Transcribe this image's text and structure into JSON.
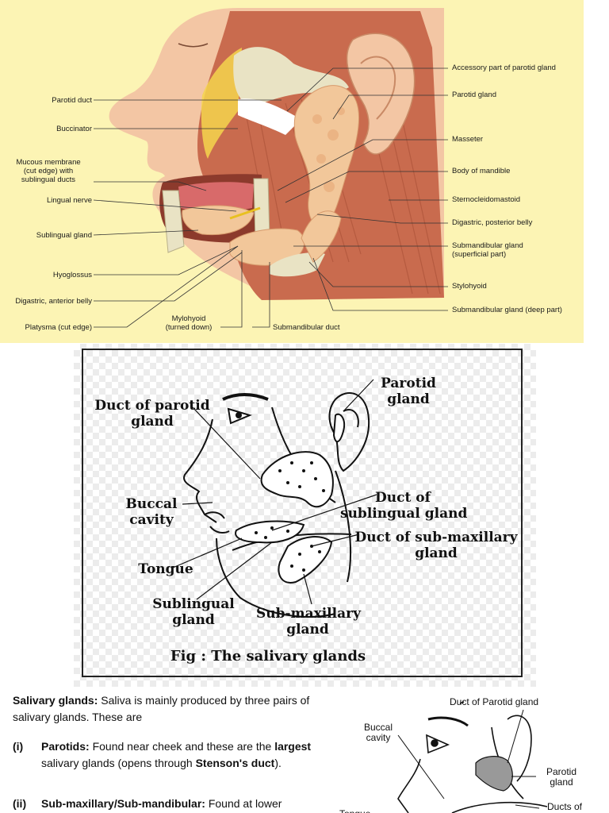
{
  "top_labels": {
    "left": [
      "Parotid duct",
      "Buccinator",
      "Mucous membrane",
      "(cut edge) with",
      "sublingual ducts",
      "Lingual nerve",
      "Sublingual gland",
      "Hyoglossus",
      "Digastric, anterior belly",
      "Platysma (cut edge)"
    ],
    "bottom": [
      "Mylohyoid",
      "(turned down)",
      "Submandibular duct"
    ],
    "right": [
      "Accessory part of parotid gland",
      "Parotid gland",
      "Masseter",
      "Body of mandible",
      "Sternocleidomastoid",
      "Digastric, posterior belly",
      "Submandibular gland",
      "(superficial part)",
      "Stylohyoid",
      "Submandibular gland (deep part)"
    ]
  },
  "middle_labels": {
    "duct_parotid": [
      "Duct of parotid",
      "gland"
    ],
    "parotid": [
      "Parotid",
      "gland"
    ],
    "buccal": [
      "Buccal",
      "cavity"
    ],
    "duct_sublingual": [
      "Duct of",
      "sublingual gland"
    ],
    "duct_submax": [
      "Duct of sub-maxillary",
      "gland"
    ],
    "tongue": "Tongue",
    "sublingual": [
      "Sublingual",
      "gland"
    ],
    "submax": [
      "Sub-maxillary",
      "gland"
    ],
    "caption": "Fig : The salivary glands"
  },
  "text": {
    "heading": "Salivary glands:",
    "intro": " Saliva is mainly produced by three pairs of salivary glands. These are",
    "item1_num": "(i)",
    "item1_title": "Parotids:",
    "item1_a": " Found near cheek and these are the ",
    "item1_b": "largest",
    "item1_c": " salivary glands (opens through ",
    "item1_d": "Stenson's duct",
    "item1_e": ").",
    "item2_num": "(ii)",
    "item2_title": "Sub-maxillary/Sub-mandibular:",
    "item2_a": " Found at lower"
  },
  "small_labels": {
    "duct_parotid": "Duct of Parotid gland",
    "buccal": [
      "Buccal",
      "cavity"
    ],
    "parotid": [
      "Parotid",
      "gland"
    ],
    "ducts_of": "Ducts of",
    "tongue": "Tongue"
  },
  "colors": {
    "panel_bg": "#fcf4b4",
    "muscle": "#c96b4e",
    "gland": "#f2c79a",
    "skin": "#f3c6a4",
    "bone": "#e9e3c4"
  }
}
